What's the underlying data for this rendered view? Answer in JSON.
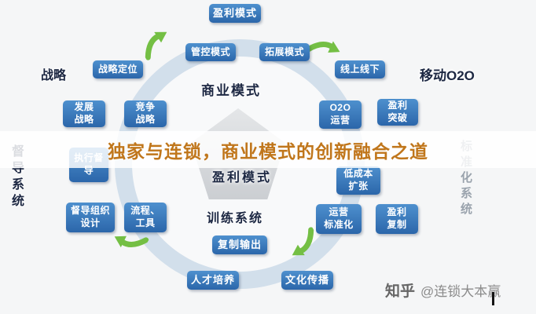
{
  "banner": {
    "title": "独家与连锁，商业模式的创新融合之道"
  },
  "section_labels": {
    "strategy": "战略",
    "business_model": "商业模式",
    "mobile_o2o": "移动O2O",
    "supervision_system": "督导系统",
    "standardization_system": "标准化系统",
    "training_system": "训练系统",
    "profit_model_center": "盈利模式"
  },
  "boxes": {
    "profit_model_top": "盈利模式",
    "control_model": "管控模式",
    "expansion_model": "拓展模式",
    "strategic_positioning": "战略定位",
    "online_offline": "线上线下",
    "development_strategy": "发展\n战略",
    "competitive_strategy": "竞争\n战略",
    "o2o_operation": "O2O\n运营",
    "profit_breakthrough": "盈利\n突破",
    "execution_supervision": "执行督导",
    "low_cost_expansion": "低成本\n扩张",
    "supervision_org_design": "督导组织\n设计",
    "process_tools": "流程、\n工具",
    "operation_standardization": "运营\n标准化",
    "profit_replication": "盈利\n复制",
    "replication_output": "复制输出",
    "talent_training": "人才培养",
    "culture_spread": "文化传播"
  },
  "watermark": {
    "brand": "知乎",
    "handle": "@连锁大本赢"
  },
  "colors": {
    "box_blue": "#2b66aa",
    "arrow_green": "#74bf44",
    "banner_text": "#c0761b",
    "label_dark": "#1c2742",
    "label_gray": "#9aa3ad"
  }
}
